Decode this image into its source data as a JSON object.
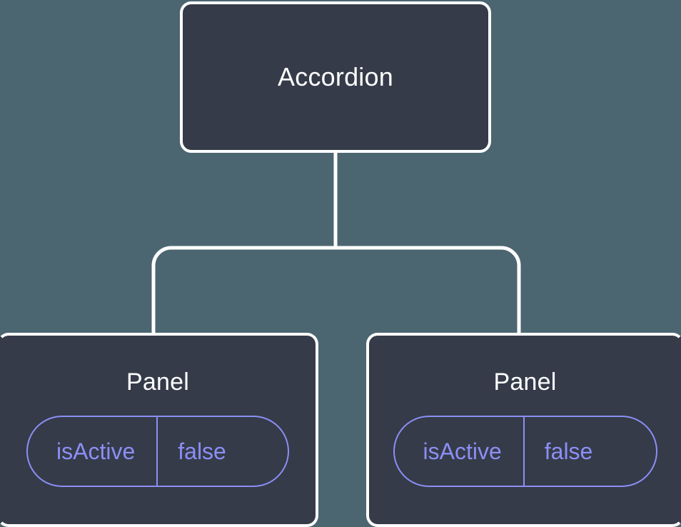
{
  "diagram": {
    "type": "component-tree",
    "background_color": "#4c6671",
    "node_fill_color": "#353b49",
    "node_border_color": "#ffffff",
    "connector_color": "#ffffff",
    "prop_accent_color": "#8b8ff5",
    "root": {
      "title": "Accordion"
    },
    "children": [
      {
        "title": "Panel",
        "prop": {
          "name": "isActive",
          "value": "false"
        }
      },
      {
        "title": "Panel",
        "prop": {
          "name": "isActive",
          "value": "false"
        }
      }
    ]
  }
}
